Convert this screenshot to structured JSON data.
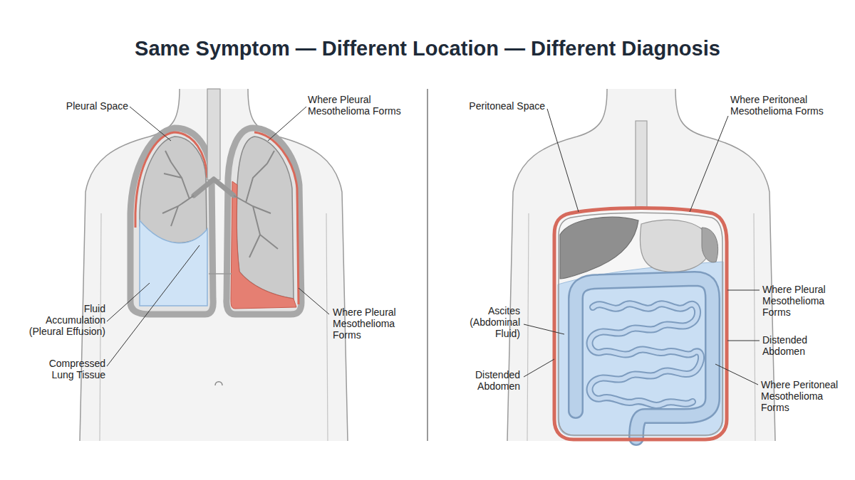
{
  "diagram": {
    "title": "Same Symptom — Different Location — Different Diagnosis",
    "labels": [
      "Pleural Space",
      "Where Pleural Mesothelioma Forms",
      "Fluid Accumulation (Pleural Effusion)",
      "Compressed Lung Tissue",
      "Where Pleural Mesothelioma Forms",
      "Peritoneal Space",
      "Where Peritoneal Mesothelioma Forms",
      "Where Pleural Mesothelioma Forms",
      "Ascites (Abdominal Fluid)",
      "Distended Abdomen",
      "Distended Abdomen",
      "Where Peritoneal Mesothelioma Forms"
    ]
  }
}
